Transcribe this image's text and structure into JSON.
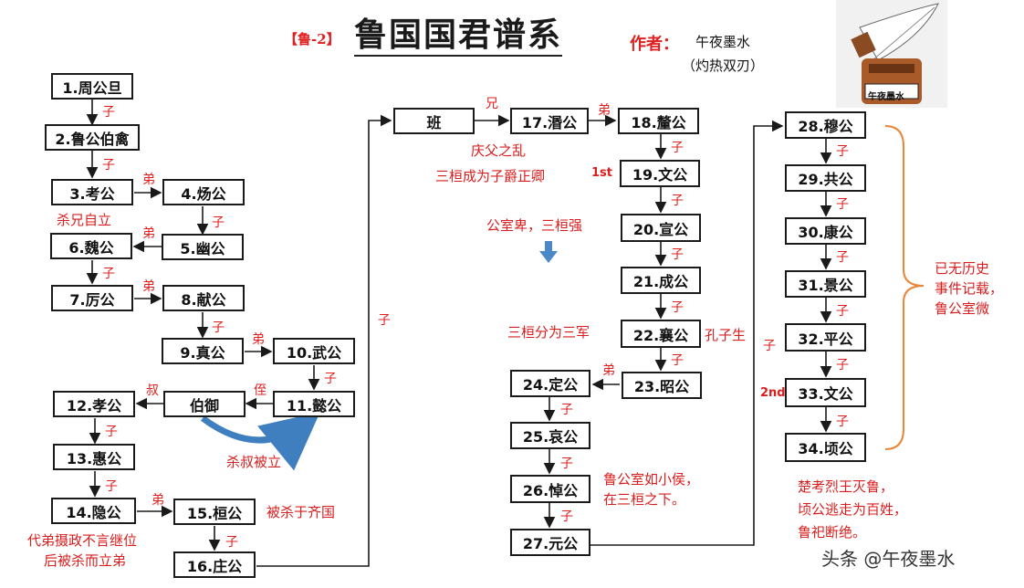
{
  "header": {
    "tag": "【鲁-2】",
    "title": "鲁国国君谱系",
    "author_label": "作者：",
    "author_name": "午夜墨水",
    "author_sub": "（灼热双刃）",
    "logo_text": "午夜墨水"
  },
  "rulers": {
    "r1": "1.周公旦",
    "r2": "2.鲁公伯禽",
    "r3": "3.考公",
    "r4": "4.炀公",
    "r5": "5.幽公",
    "r6": "6.魏公",
    "r7": "7.厉公",
    "r8": "8.献公",
    "r9": "9.真公",
    "r10": "10.武公",
    "r11": "11.懿公",
    "boyu": "伯御",
    "r12": "12.孝公",
    "r13": "13.惠公",
    "r14": "14.隐公",
    "r15": "15.桓公",
    "r16": "16.庄公",
    "ban": "班",
    "r17": "17.湣公",
    "r18": "18.釐公",
    "r19": "19.文公",
    "r20": "20.宣公",
    "r21": "21.成公",
    "r22": "22.襄公",
    "r23": "23.昭公",
    "r24": "24.定公",
    "r25": "25.哀公",
    "r26": "26.悼公",
    "r27": "27.元公",
    "r28": "28.穆公",
    "r29": "29.共公",
    "r30": "30.康公",
    "r31": "31.景公",
    "r32": "32.平公",
    "r33": "33.文公",
    "r34": "34.顷公"
  },
  "relations": {
    "son": "子",
    "brother": "弟",
    "elder_brother": "兄",
    "uncle": "叔",
    "nephew": "侄",
    "first": "1st",
    "second": "2nd"
  },
  "notes": {
    "kill_brother": "杀兄自立",
    "kill_uncle": "杀叔被立",
    "regent_1": "代弟摄政不言继位",
    "regent_2": "后被杀而立弟",
    "killed_qi": "被杀于齐国",
    "qingfu": "庆父之乱",
    "sanhuan_1": "三桓成为子爵正卿",
    "weak_court": "公室卑，三桓强",
    "three_armies": "三桓分为三军",
    "confucius": "孔子生",
    "marquis_1": "鲁公室如小侯，",
    "marquis_2": "在三桓之下。",
    "no_history_1": "已无历史",
    "no_history_2": "事件记载，",
    "no_history_3": "鲁公室微",
    "chu_1": "楚考烈王灭鲁，",
    "chu_2": "顷公逃走为百姓，",
    "chu_3": "鲁祀断绝。"
  },
  "watermark": "头条 @午夜墨水",
  "colors": {
    "relation": "#e02020",
    "box_border": "#1a1a1a",
    "bracket": "#e8873a",
    "arc": "#3f7fc0"
  }
}
